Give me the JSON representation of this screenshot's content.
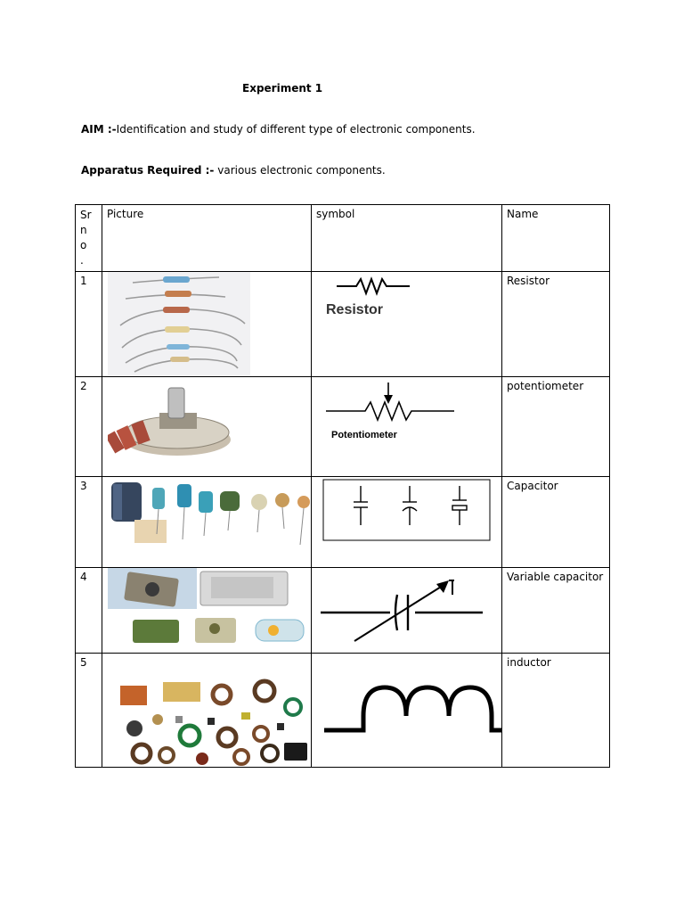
{
  "document": {
    "title": "Experiment  1",
    "aim_label": "AIM :-",
    "aim_text": "Identification and study of different type of  electronic components.",
    "apparatus_label": "Apparatus Required :-",
    "apparatus_text": " various electronic components."
  },
  "table": {
    "headers": {
      "sr": "Sr no .",
      "picture": "Picture",
      "symbol": "symbol",
      "name": "Name"
    },
    "rows": [
      {
        "sr": "1",
        "name": "Resistor",
        "symbol_caption": "Resistor"
      },
      {
        "sr": "2",
        "name": "potentiometer",
        "symbol_caption": "Potentiometer"
      },
      {
        "sr": "3",
        "name": "Capacitor"
      },
      {
        "sr": "4",
        "name": "Variable capacitor"
      },
      {
        "sr": "5",
        "name": "inductor"
      }
    ]
  }
}
